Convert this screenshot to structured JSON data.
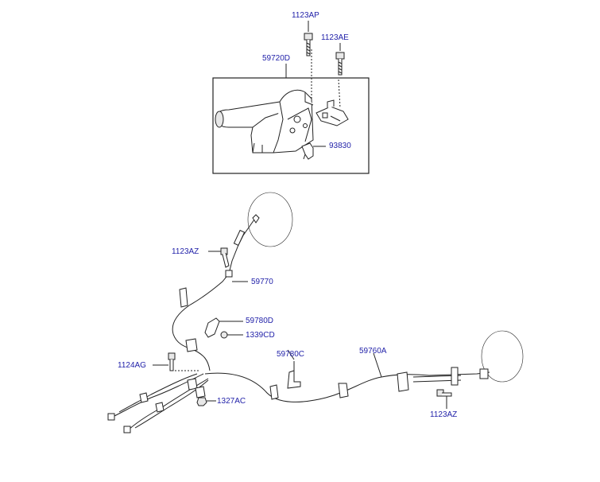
{
  "diagram": {
    "labels": {
      "p1123AP": "1123AP",
      "p1123AE": "1123AE",
      "p59720D": "59720D",
      "p93830": "93830",
      "p1123AZ_top": "1123AZ",
      "p59770": "59770",
      "p59780D": "59780D",
      "p1339CD": "1339CD",
      "p59780C": "59780C",
      "p59760A": "59760A",
      "p1124AG": "1124AG",
      "p1327AC": "1327AC",
      "p1123AZ_bottom": "1123AZ"
    },
    "colors": {
      "label": "#1f1fa8",
      "line": "#222222",
      "fill": "#ffffff",
      "shade": "#e8e8e8"
    }
  }
}
